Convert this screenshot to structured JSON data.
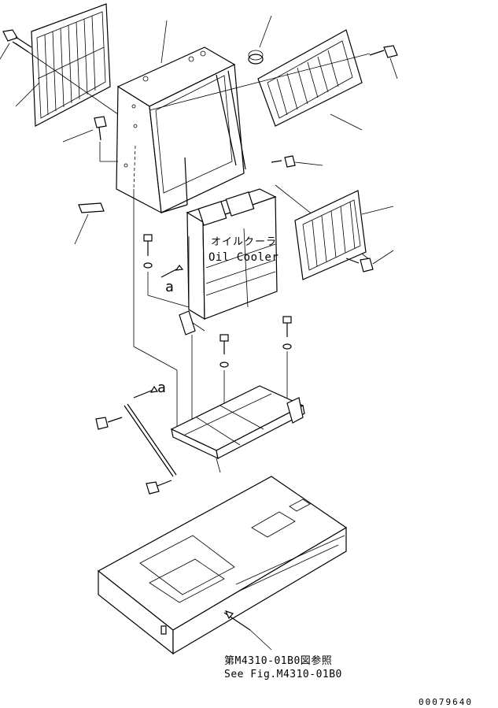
{
  "labels": {
    "oil_cooler_jp": "オイルクーラ",
    "oil_cooler_en": "Oil Cooler",
    "view_mark_a1": "a",
    "view_mark_a2": "a",
    "reference_jp": "第M4310-01B0図参照",
    "reference_en": "See Fig.M4310-01B0",
    "drawing_number": "00079640"
  }
}
